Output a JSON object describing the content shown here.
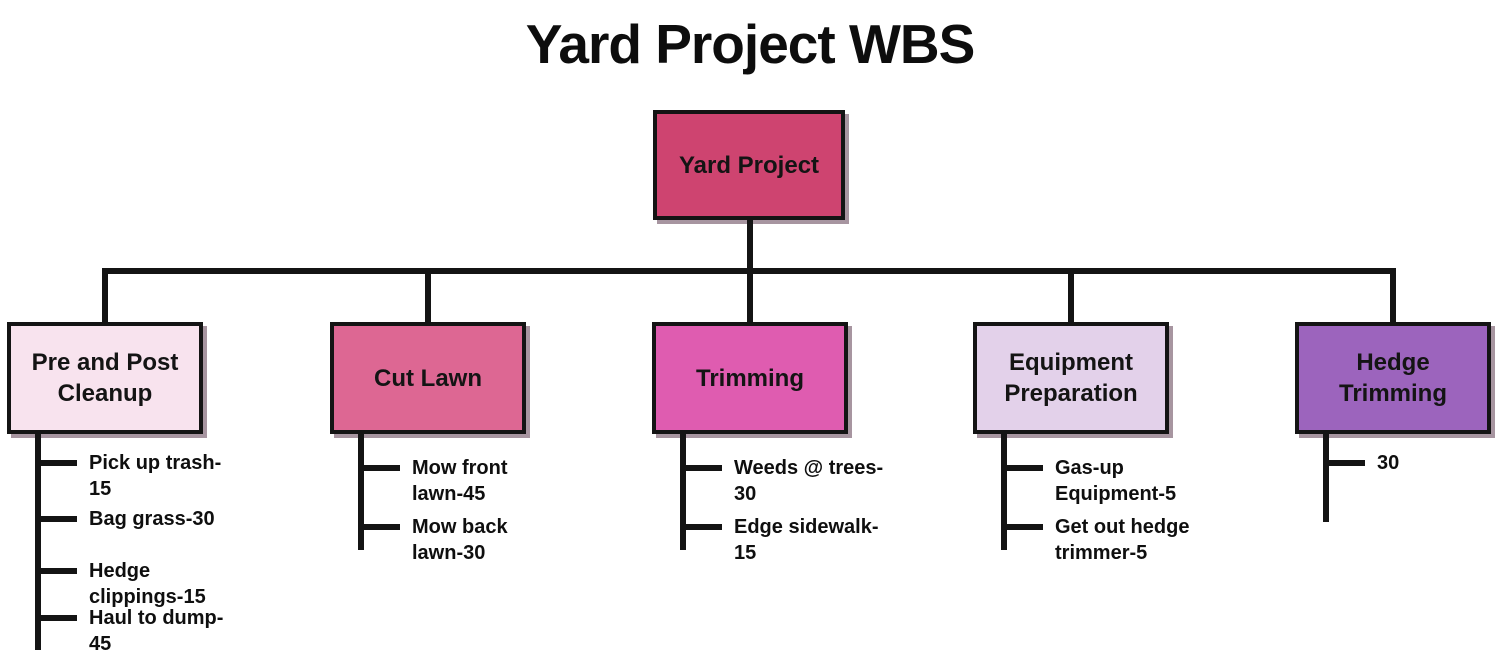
{
  "title": "Yard Project WBS",
  "line_color": "#141414",
  "root": {
    "label": "Yard Project",
    "color": "#ce4470"
  },
  "branches": [
    {
      "label": "Pre and Post Cleanup",
      "color": "#f8e3ee",
      "tasks": [
        "Pick up trash-15",
        "Bag grass-30",
        "Hedge clippings-15",
        "Haul to dump-45"
      ]
    },
    {
      "label": "Cut Lawn",
      "color": "#dd6793",
      "tasks": [
        "Mow front lawn-45",
        "Mow back lawn-30"
      ]
    },
    {
      "label": "Trimming",
      "color": "#df5cb0",
      "tasks": [
        "Weeds @ trees-30",
        "Edge sidewalk-15"
      ]
    },
    {
      "label": "Equipment Preparation",
      "color": "#e3d1ea",
      "tasks": [
        "Gas-up Equipment-5",
        "Get out hedge trimmer-5"
      ]
    },
    {
      "label": "Hedge Trimming",
      "color": "#9c64bd",
      "tasks": [
        "30"
      ]
    }
  ]
}
